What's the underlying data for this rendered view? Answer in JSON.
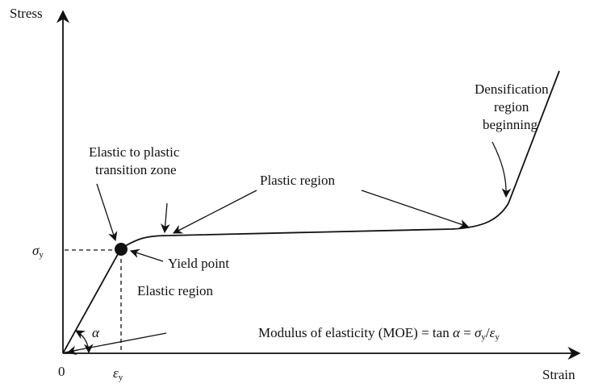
{
  "axes": {
    "y_label": "Stress",
    "x_label": "Strain",
    "origin": "0",
    "yield_stress_symbol": "σ",
    "yield_strain_symbol": "ε",
    "subscript": "y",
    "angle_symbol": "α"
  },
  "annotations": {
    "transition_line1": "Elastic to plastic",
    "transition_line2": "transition zone",
    "plastic_region": "Plastic region",
    "densification_line1": "Densification",
    "densification_line2": "region",
    "densification_line3": "beginning",
    "yield_point": "Yield point",
    "elastic_region": "Elastic region"
  },
  "formula": {
    "prefix": "Modulus of elasticity (MOE) = tan ",
    "alpha": "α",
    "equals": " = ",
    "sigma": "σ",
    "sub1": "y",
    "slash": "/",
    "epsilon": "ε",
    "sub2": "y"
  },
  "colors": {
    "line": "#111111",
    "background": "#ffffff"
  }
}
